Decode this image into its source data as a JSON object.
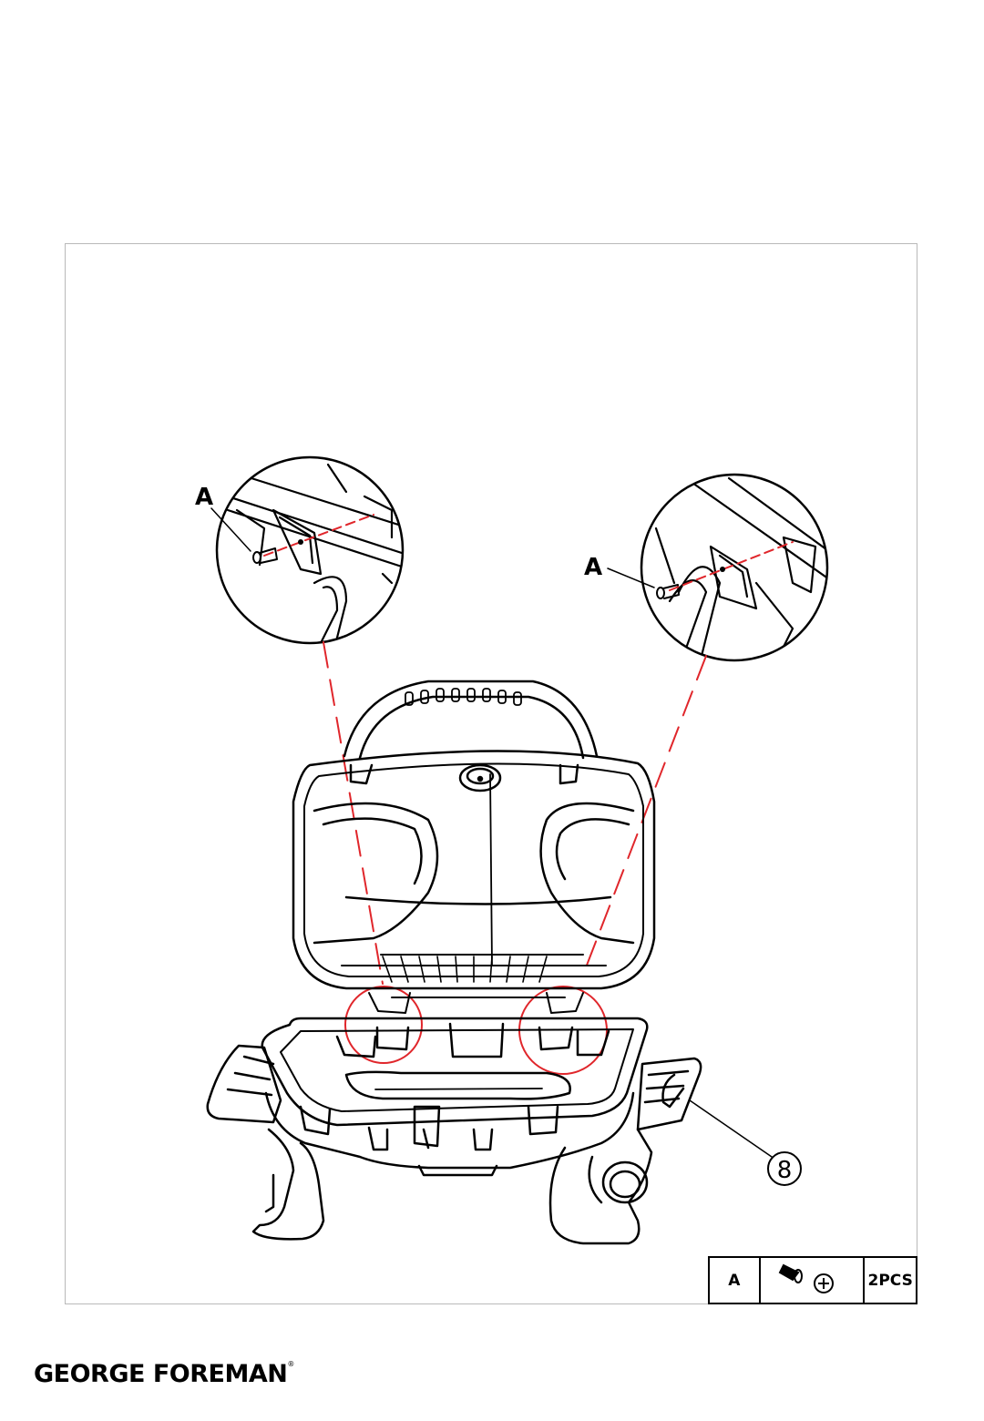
{
  "callouts": {
    "left_label": "A",
    "right_label": "A",
    "part_number": "8"
  },
  "parts_table": {
    "item_letter": "A",
    "screw_icon": "phillips-screw-icon",
    "quantity": "2PCS"
  },
  "brand": {
    "name": "GEORGE FOREMAN",
    "trademark": "®"
  },
  "colors": {
    "line": "#000000",
    "guide": "#e0262b",
    "frame": "#b9b9b9"
  }
}
